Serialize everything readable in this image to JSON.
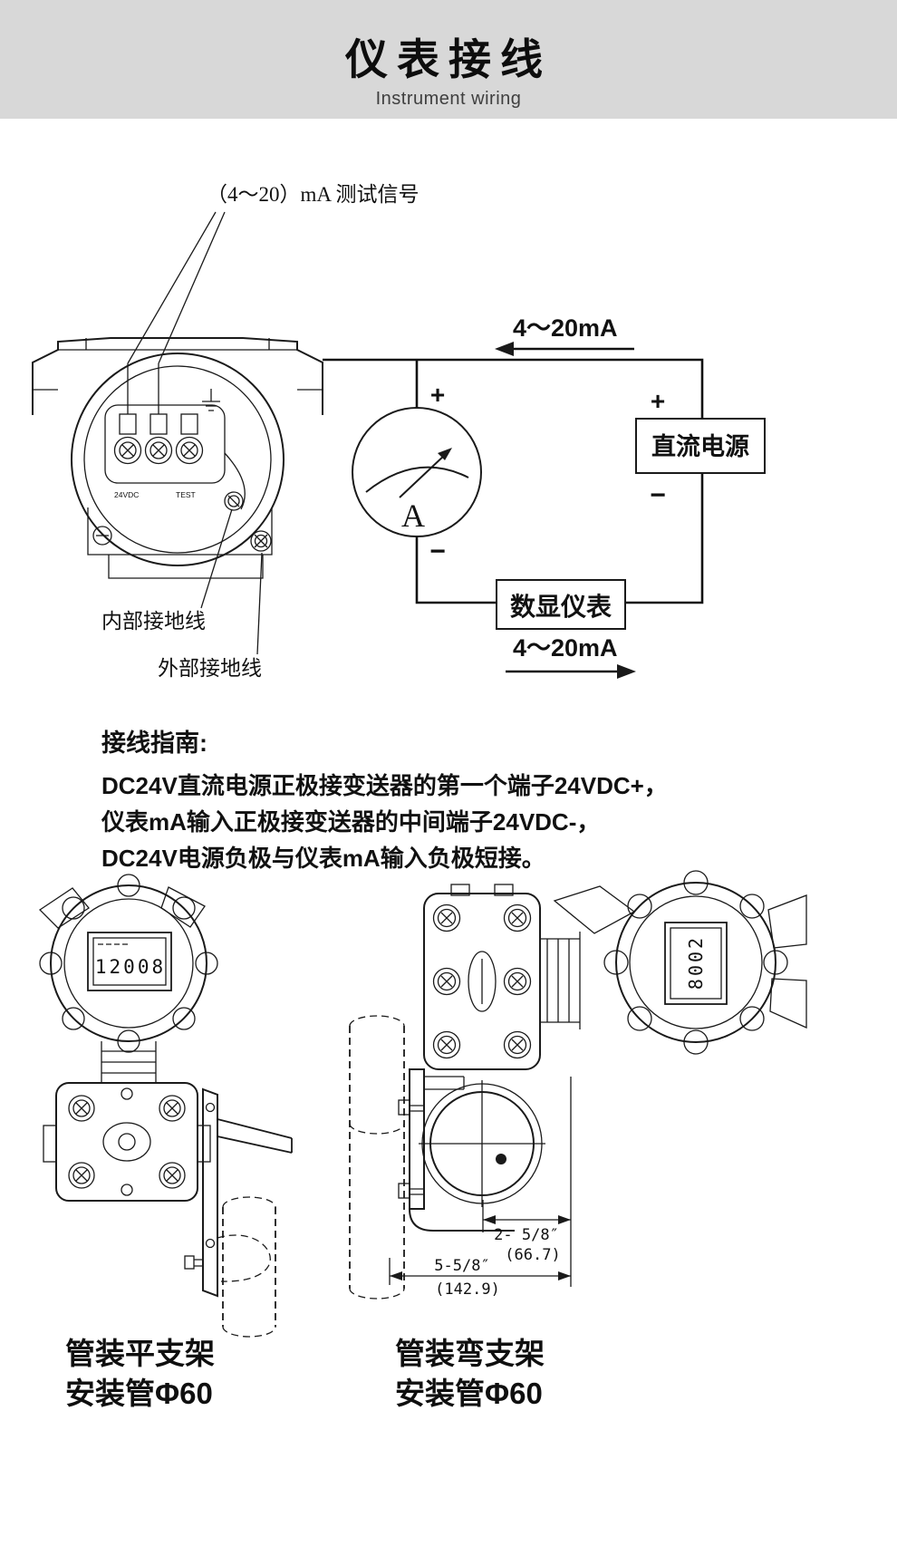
{
  "header": {
    "title": "仪表接线",
    "subtitle": "Instrument wiring"
  },
  "wiring_diagram": {
    "test_signal_label": "（4～20）mA 测试信号",
    "current_top": "4～20mA",
    "current_bottom": "4～20mA",
    "dc_power": "直流电源",
    "digital_meter": "数显仪表",
    "ammeter": "A",
    "plus": "+",
    "minus": "−",
    "internal_ground": "内部接地线",
    "external_ground": "外部接地线",
    "terminal_left_text": "24VDC",
    "terminal_right_text": "TEST"
  },
  "wiring_guide": {
    "title": "接线指南:",
    "lines": [
      "DC24V直流电源正极接变送器的第一个端子24VDC+，",
      "仪表mA输入正极接变送器的中间端子24VDC-，",
      "DC24V电源负极与仪表mA输入负极短接。"
    ]
  },
  "mounting": {
    "left": {
      "display": "12008",
      "caption_line1": "管装平支架",
      "caption_line2": "安装管Φ60"
    },
    "right": {
      "display": "8002",
      "caption_line1": "管装弯支架",
      "caption_line2": "安装管Φ60",
      "dim_small": "2- 5/8″",
      "dim_small_mm": "(66.7)",
      "dim_large": "5-5/8″",
      "dim_large_mm": "(142.9)"
    }
  },
  "colors": {
    "header_bg": "#d8d8d8",
    "line": "#1a1a1a"
  }
}
